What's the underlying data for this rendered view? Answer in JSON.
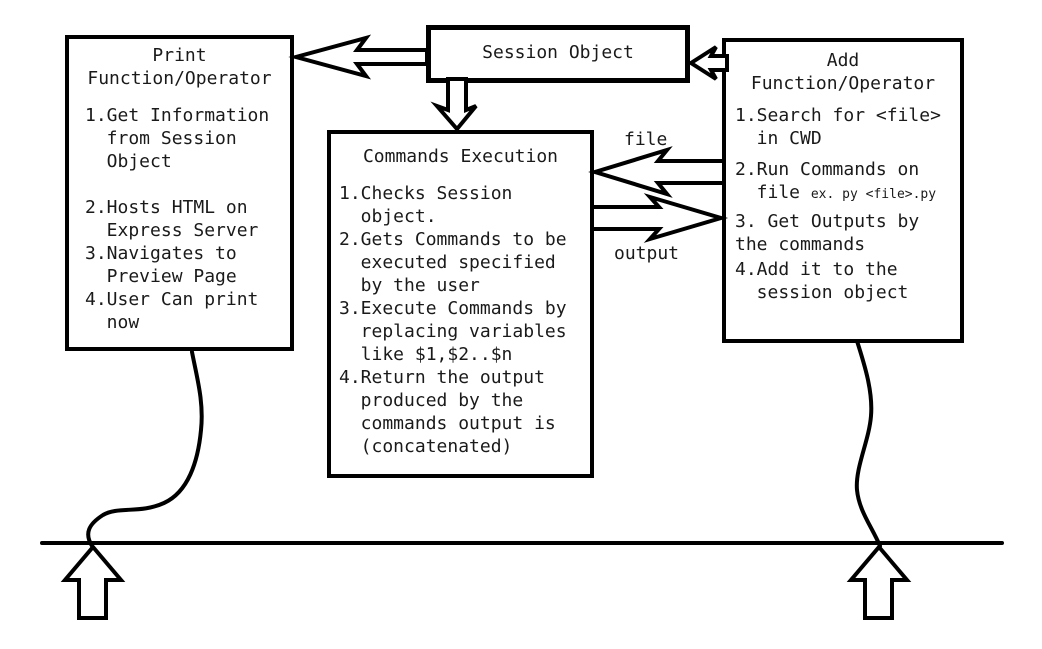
{
  "colors": {
    "ink": "#000000",
    "paper": "#ffffff"
  },
  "session_box": {
    "title": "Session Object"
  },
  "print_box": {
    "title": "Print\nFunction/Operator",
    "items": [
      "1.Get Information\n  from Session\n  Object",
      "2.Hosts HTML on\n  Express Server",
      "3.Navigates to\n  Preview Page",
      "4.User Can print\n  now"
    ]
  },
  "commands_box": {
    "title": "Commands Execution",
    "items": [
      "1.Checks Session\n  object.",
      "2.Gets Commands to be\n  executed specified\n  by the user",
      "3.Execute Commands by\n  replacing variables\n  like $1,$2..$n",
      "4.Return the output\n  produced by the\n  commands output is\n  (concatenated)"
    ]
  },
  "add_box": {
    "title": "Add\nFunction/Operator",
    "item1": "1.Search for <file>\n  in CWD",
    "item2_main": "2.Run Commands on\n  file ",
    "item2_small": "ex. py <file>.py",
    "item3": "3. Get Outputs by\nthe commands",
    "item4": "4.Add it to the\n  session object"
  },
  "labels": {
    "file": "file",
    "output": "output"
  }
}
